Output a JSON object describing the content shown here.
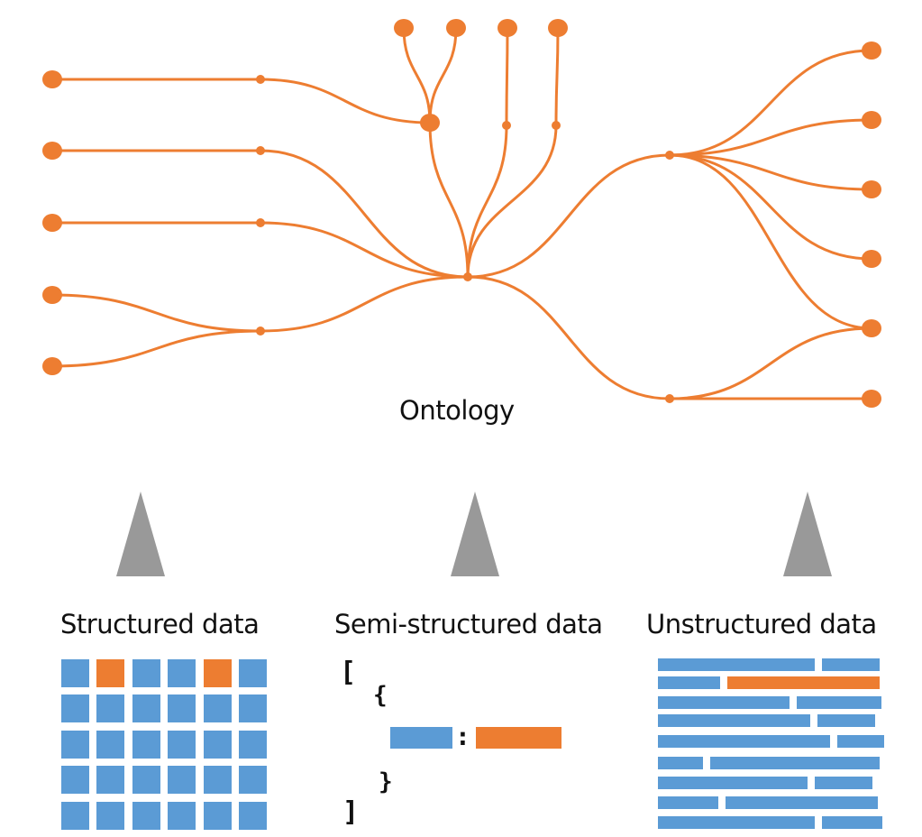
{
  "colors": {
    "orange": "#ED7D31",
    "blue": "#5B9BD5",
    "gray": "#999999",
    "text": "#111111"
  },
  "ontology": {
    "label": "Ontology",
    "graph": {
      "description": "Orange node-link graph; central hub connects left sources, top sources and right leaves",
      "nodes": [
        "L1",
        "L2",
        "L3",
        "L4",
        "L5",
        "m1",
        "m2",
        "m3",
        "m4",
        "T1",
        "T2",
        "T3",
        "T4",
        "t12",
        "t3",
        "t4",
        "hub",
        "r1",
        "r2",
        "R1",
        "R2",
        "R3",
        "R4",
        "R5",
        "R6"
      ],
      "edges": [
        [
          "L1",
          "m1"
        ],
        [
          "L2",
          "m2"
        ],
        [
          "L3",
          "m3"
        ],
        [
          "L4",
          "m4"
        ],
        [
          "L5",
          "m4"
        ],
        [
          "m1",
          "t12"
        ],
        [
          "T1",
          "t12"
        ],
        [
          "T2",
          "t12"
        ],
        [
          "t12",
          "hub"
        ],
        [
          "T3",
          "t3"
        ],
        [
          "t3",
          "hub"
        ],
        [
          "T4",
          "t4"
        ],
        [
          "t4",
          "hub"
        ],
        [
          "m2",
          "hub"
        ],
        [
          "m3",
          "hub"
        ],
        [
          "m4",
          "hub"
        ],
        [
          "hub",
          "r1"
        ],
        [
          "hub",
          "r2"
        ],
        [
          "r1",
          "R1"
        ],
        [
          "r1",
          "R2"
        ],
        [
          "r1",
          "R3"
        ],
        [
          "r1",
          "R4"
        ],
        [
          "r1",
          "R5"
        ],
        [
          "r2",
          "R5"
        ],
        [
          "r2",
          "R6"
        ]
      ]
    }
  },
  "sources": [
    {
      "label": "Structured data",
      "grid": {
        "rows": 5,
        "cols": 6,
        "highlighted": [
          [
            0,
            1
          ],
          [
            0,
            4
          ]
        ]
      }
    },
    {
      "label": "Semi-structured data",
      "code": {
        "open_bracket": "[",
        "open_brace": "{",
        "separator": ":",
        "close_brace": "}",
        "close_bracket": "]"
      }
    },
    {
      "label": "Unstructured data",
      "lines": [
        {
          "segments": [
            {
              "len": 0.7,
              "hl": false
            },
            {
              "len": 0.26,
              "hl": false
            }
          ]
        },
        {
          "segments": [
            {
              "len": 0.28,
              "hl": false
            },
            {
              "len": 0.68,
              "hl": true
            }
          ]
        },
        {
          "segments": [
            {
              "len": 0.59,
              "hl": false
            },
            {
              "len": 0.38,
              "hl": false
            }
          ]
        },
        {
          "segments": [
            {
              "len": 0.68,
              "hl": false
            },
            {
              "len": 0.26,
              "hl": false
            }
          ]
        },
        {
          "segments": [
            {
              "len": 0.77,
              "hl": false
            },
            {
              "len": 0.21,
              "hl": false
            }
          ]
        },
        {
          "segments": [
            {
              "len": 0.2,
              "hl": false
            },
            {
              "len": 0.76,
              "hl": false
            }
          ]
        },
        {
          "segments": [
            {
              "len": 0.67,
              "hl": false
            },
            {
              "len": 0.26,
              "hl": false
            }
          ]
        },
        {
          "segments": [
            {
              "len": 0.27,
              "hl": false
            },
            {
              "len": 0.68,
              "hl": false
            }
          ]
        },
        {
          "segments": [
            {
              "len": 0.7,
              "hl": false
            },
            {
              "len": 0.27,
              "hl": false
            }
          ]
        }
      ]
    }
  ]
}
